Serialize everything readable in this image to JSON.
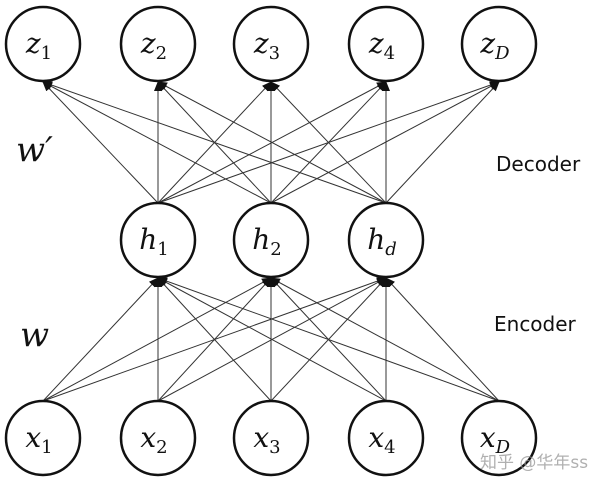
{
  "layers": {
    "output": [
      {
        "base": "z",
        "sub": "1"
      },
      {
        "base": "z",
        "sub": "2"
      },
      {
        "base": "z",
        "sub": "3"
      },
      {
        "base": "z",
        "sub": "4"
      },
      {
        "base": "z",
        "sub": "D"
      }
    ],
    "hidden": [
      {
        "base": "h",
        "sub": "1"
      },
      {
        "base": "h",
        "sub": "2"
      },
      {
        "base": "h",
        "sub": "d"
      }
    ],
    "input": [
      {
        "base": "x",
        "sub": "1"
      },
      {
        "base": "x",
        "sub": "2"
      },
      {
        "base": "x",
        "sub": "3"
      },
      {
        "base": "x",
        "sub": "4"
      },
      {
        "base": "x",
        "sub": "D"
      }
    ]
  },
  "labels": {
    "decoder_weight": "w′",
    "encoder_weight": "w",
    "decoder": "Decoder",
    "encoder": "Encoder"
  },
  "watermark": "知乎 @华年ss",
  "connectivity": "fully-connected"
}
